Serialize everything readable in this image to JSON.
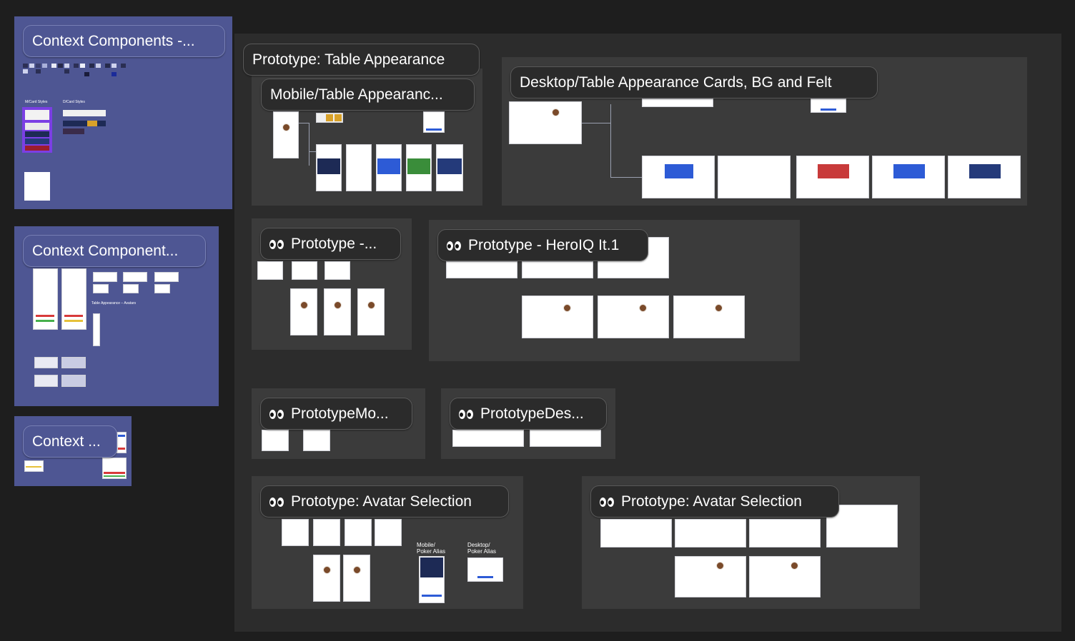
{
  "frames": {
    "context_components_1": "Context Components -...",
    "context_components_2": "Context Component...",
    "context_components_3": "Context ...",
    "proto_table_appearance": "Prototype: Table Appearance",
    "mobile_table_appearance": "Mobile/Table Appearanc...",
    "desktop_table_appearance": "Desktop/Table Appearance Cards, BG and Felt",
    "proto_small": "Prototype -...",
    "proto_heroiq": "Prototype - HeroIQ It.1",
    "proto_mobile": "PrototypeMo...",
    "proto_desktop": "PrototypeDes...",
    "proto_avatar_1": "Prototype: Avatar Selection",
    "proto_avatar_2": "Prototype: Avatar Selection"
  },
  "small_labels": {
    "mcard_styles": "M/Card Styles",
    "dcard_styles": "D/Card Styles",
    "table_appearance_avatars": "Table Appearance – Avatars",
    "mobile_poker_alias": "Mobile/ Poker Alias",
    "desktop_poker_alias": "Desktop/ Poker Alias"
  },
  "colors": {
    "canvas_bg": "#1e1e1e",
    "section_blue": "#4e5693",
    "section_gray": "#3b3b3b",
    "big_canvas": "#2c2c2c",
    "accent_purple": "#7b3fe4"
  },
  "icons": {
    "eyes": "eyes-emoji-icon"
  }
}
